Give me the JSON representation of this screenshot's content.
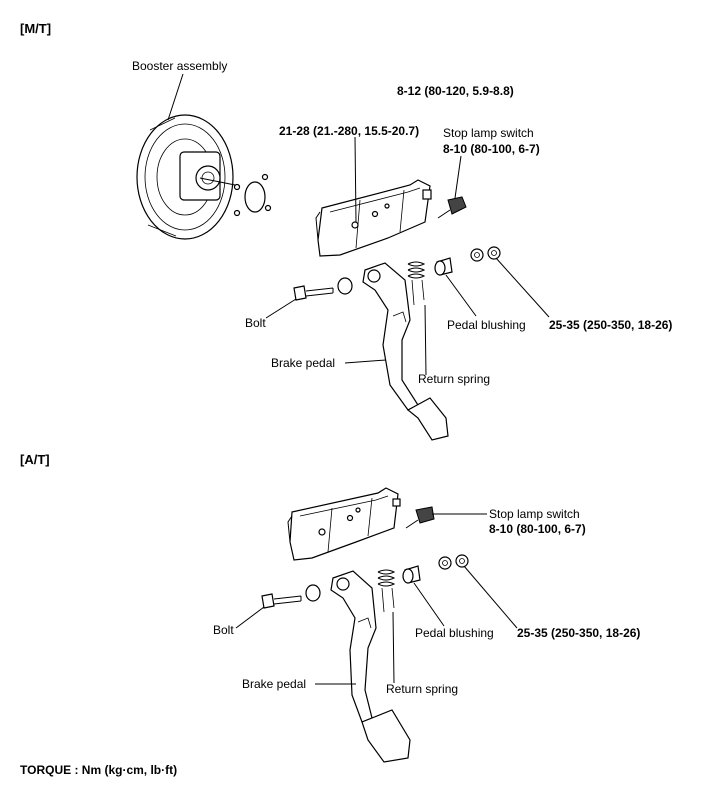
{
  "sections": {
    "mt": {
      "header": "[M/T]",
      "booster": "Booster assembly",
      "torque_top": "8-12  (80-120,  5.9-8.8)",
      "torque_bracket": "21-28  (21.-280,  15.5-20.7)",
      "stop_lamp": "Stop lamp switch",
      "stop_lamp_torque": "8-10  (80-100,  6-7)",
      "bolt": "Bolt",
      "pedal_bushing": "Pedal blushing",
      "torque_nut": "25-35  (250-350,  18-26)",
      "brake_pedal": "Brake pedal",
      "return_spring": "Return spring"
    },
    "at": {
      "header": "[A/T]",
      "stop_lamp": "Stop lamp switch",
      "stop_lamp_torque": "8-10  (80-100,  6-7)",
      "bolt": "Bolt",
      "pedal_bushing": "Pedal blushing",
      "torque_nut": "25-35  (250-350,  18-26)",
      "brake_pedal": "Brake pedal",
      "return_spring": "Return spring"
    }
  },
  "footer": "TORQUE  :  Nm  (kg·cm,  lb·ft)"
}
